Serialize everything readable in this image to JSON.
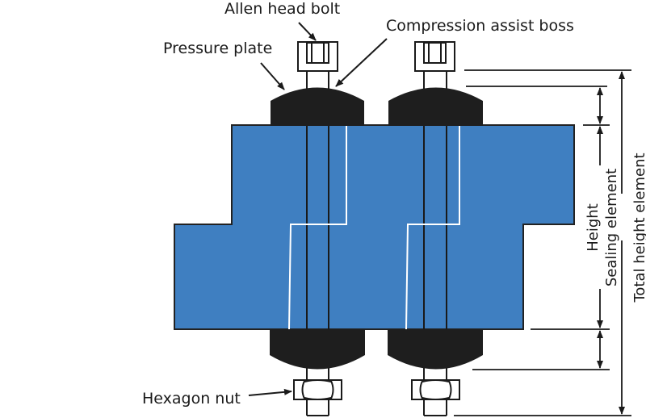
{
  "labels": {
    "allen_head_bolt": "Allen head bolt",
    "compression_assist_boss": "Compression assist boss",
    "pressure_plate": "Pressure plate",
    "hexagon_nut": "Hexagon nut",
    "height": "Height",
    "sealing_element": "Sealing element",
    "total_height_element": "Total height element"
  },
  "colors": {
    "seal_blue": "#3f7fc1",
    "plate_black": "#1e1e1e",
    "line": "#1a1a1a"
  }
}
